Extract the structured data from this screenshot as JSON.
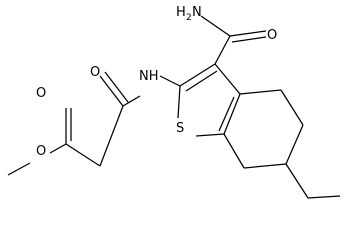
{
  "diagram": {
    "type": "chemical-structure",
    "atoms": {
      "amide_n": "H",
      "amide_n_sub": "2",
      "amide_n_element": "N",
      "amide_o": "O",
      "nh": "NH",
      "keto_o": "O",
      "ester_carbonyl_o": "O",
      "ester_o": "O",
      "sulfur": "S"
    },
    "colors": {
      "bond": "#000000",
      "label": "#000000",
      "background": "#ffffff"
    }
  }
}
